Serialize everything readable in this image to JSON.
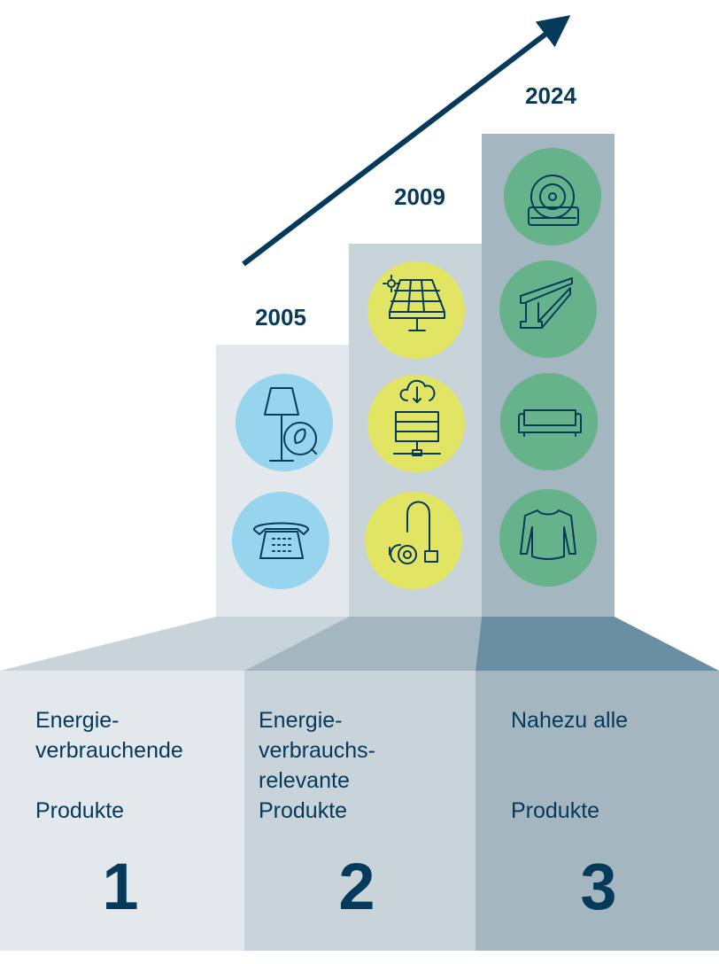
{
  "colors": {
    "navy": "#053a5a",
    "blue": "#97d5ee",
    "yellow": "#e2e563",
    "green": "#66b38b"
  },
  "stages": [
    {
      "year": "2005",
      "label_line1": "Energie-",
      "label_line2": "verbrauchende",
      "label_line3": "",
      "label_line4": "Produkte",
      "number": "1",
      "icons": [
        "lamp-icon",
        "telephone-icon"
      ]
    },
    {
      "year": "2009",
      "label_line1": "Energie-",
      "label_line2": "verbrauchs-",
      "label_line3": "relevante",
      "label_line4": "Produkte",
      "number": "2",
      "icons": [
        "solar-panel-icon",
        "cloud-server-icon",
        "vacuum-cleaner-icon"
      ]
    },
    {
      "year": "2024",
      "label_line1": "Nahezu alle",
      "label_line2": "",
      "label_line3": "",
      "label_line4": "Produkte",
      "number": "3",
      "icons": [
        "tire-icon",
        "steel-beam-icon",
        "sofa-icon",
        "sweater-icon"
      ]
    }
  ]
}
